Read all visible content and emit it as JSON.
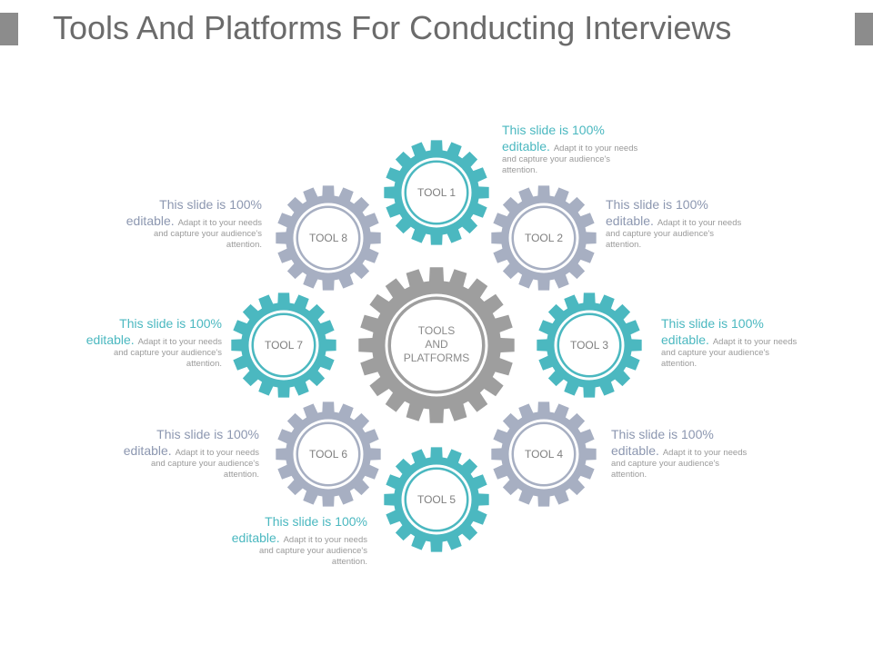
{
  "title": "Tools And Platforms For Conducting Interviews",
  "colors": {
    "teal": "#4bb8c0",
    "slate": "#a7afc2",
    "center_gray": "#9e9e9e"
  },
  "center": {
    "label_lines": [
      "TOOLS",
      "AND",
      "PLATFORMS"
    ]
  },
  "gears": [
    {
      "label": "TOOL 1",
      "color": "teal"
    },
    {
      "label": "TOOL 2",
      "color": "slate"
    },
    {
      "label": "TOOL 3",
      "color": "teal"
    },
    {
      "label": "TOOL 4",
      "color": "slate"
    },
    {
      "label": "TOOL 5",
      "color": "teal"
    },
    {
      "label": "TOOL 6",
      "color": "slate"
    },
    {
      "label": "TOOL 7",
      "color": "teal"
    },
    {
      "label": "TOOL 8",
      "color": "slate"
    }
  ],
  "callouts": [
    {
      "head_a": "This slide is 100%",
      "head_b": "editable.",
      "body_a": "Adapt it to your needs",
      "body_b": "and capture your audience's",
      "body_c": "attention."
    },
    {
      "head_a": "This slide is 100%",
      "head_b": "editable.",
      "body_a": "Adapt it to your needs",
      "body_b": "and capture your audience's",
      "body_c": "attention."
    },
    {
      "head_a": "This slide is 100%",
      "head_b": "editable.",
      "body_a": "Adapt it to your needs",
      "body_b": "and capture your audience's",
      "body_c": "attention."
    },
    {
      "head_a": "This slide is 100%",
      "head_b": "editable.",
      "body_a": "Adapt it to your needs",
      "body_b": "and capture your audience's",
      "body_c": "attention."
    },
    {
      "head_a": "This slide is 100%",
      "head_b": "editable.",
      "body_a": "Adapt it to your needs",
      "body_b": "and capture your audience's",
      "body_c": "attention."
    },
    {
      "head_a": "This slide is 100%",
      "head_b": "editable.",
      "body_a": "Adapt it to your needs",
      "body_b": "and capture your audience's",
      "body_c": "attention."
    },
    {
      "head_a": "This slide is 100%",
      "head_b": "editable.",
      "body_a": "Adapt it to your needs",
      "body_b": "and capture your audience's",
      "body_c": "attention."
    },
    {
      "head_a": "This slide is 100%",
      "head_b": "editable.",
      "body_a": "Adapt it to your needs",
      "body_b": "and capture your audience's",
      "body_c": "attention."
    }
  ]
}
